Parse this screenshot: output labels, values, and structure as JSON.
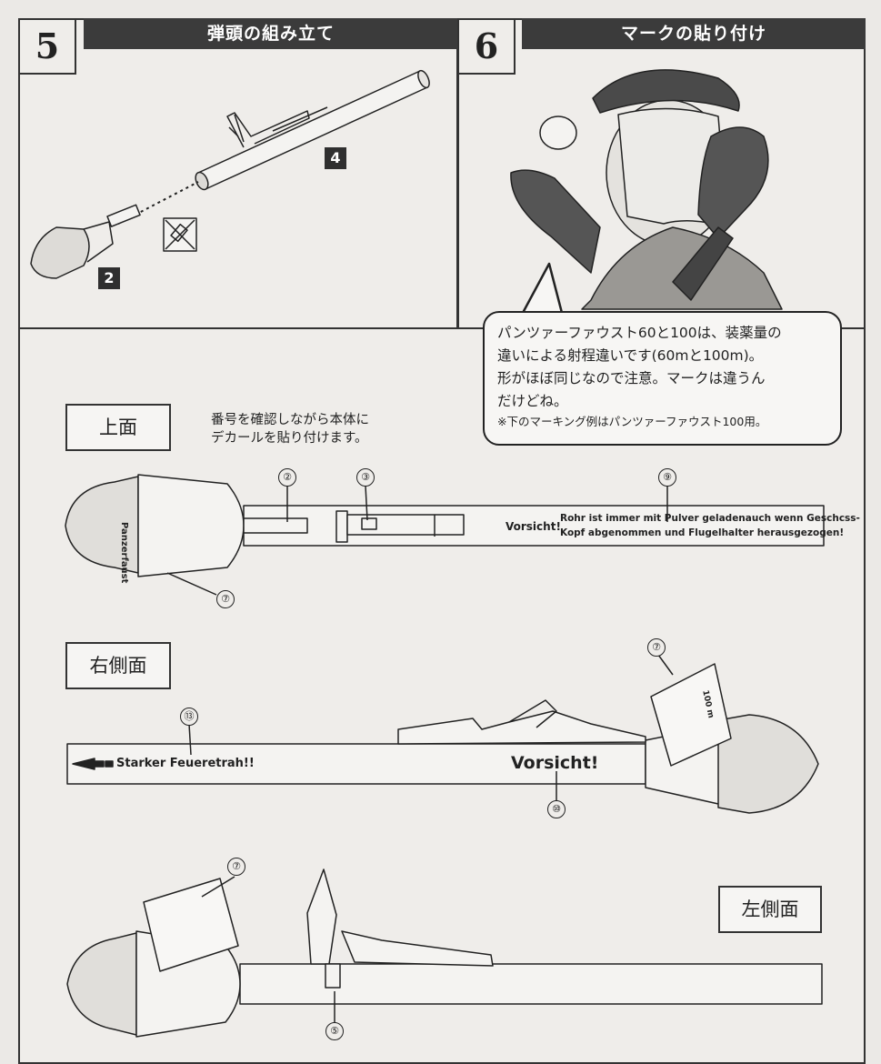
{
  "step5": {
    "number": "5",
    "title": "弾頭の組み立て",
    "parts": [
      "4",
      "2"
    ]
  },
  "step6": {
    "number": "6",
    "title": "マークの貼り付け"
  },
  "bubble": {
    "lines": [
      "パンツァーファウスト60と100は、装薬量の",
      "違いによる射程違いです(60mと100m)。",
      "形がほぼ同じなので注意。マークは違うん",
      "だけどね。"
    ],
    "note": "※下のマーキング例はパンツァーファウスト100用。"
  },
  "views": {
    "top": "上面",
    "right": "右側面",
    "left": "左側面"
  },
  "instruction": [
    "番号を確認しながら本体に",
    "デカールを貼り付けます。"
  ],
  "decals": {
    "d2": "②",
    "d3": "③",
    "d9": "⑨",
    "d7": "⑦",
    "d13": "⑬",
    "d10": "⑩",
    "d5": "⑤"
  },
  "tube_texts": {
    "vorsicht_small": "Vorsicht!",
    "warning_line1": "Rohr ist immer mit Pulver geladenauch wenn Geschcss-",
    "warning_line2": "Kopf abgenommen und Flugelhalter herausgezogen!",
    "starker": "Starker Feueretrah!!",
    "vorsicht_big": "Vorsicht!",
    "panzerfaust": "Panzerfaust",
    "range": "100 m"
  },
  "colors": {
    "ink": "#222222",
    "header": "#3b3b3b",
    "paper": "#efedea"
  }
}
